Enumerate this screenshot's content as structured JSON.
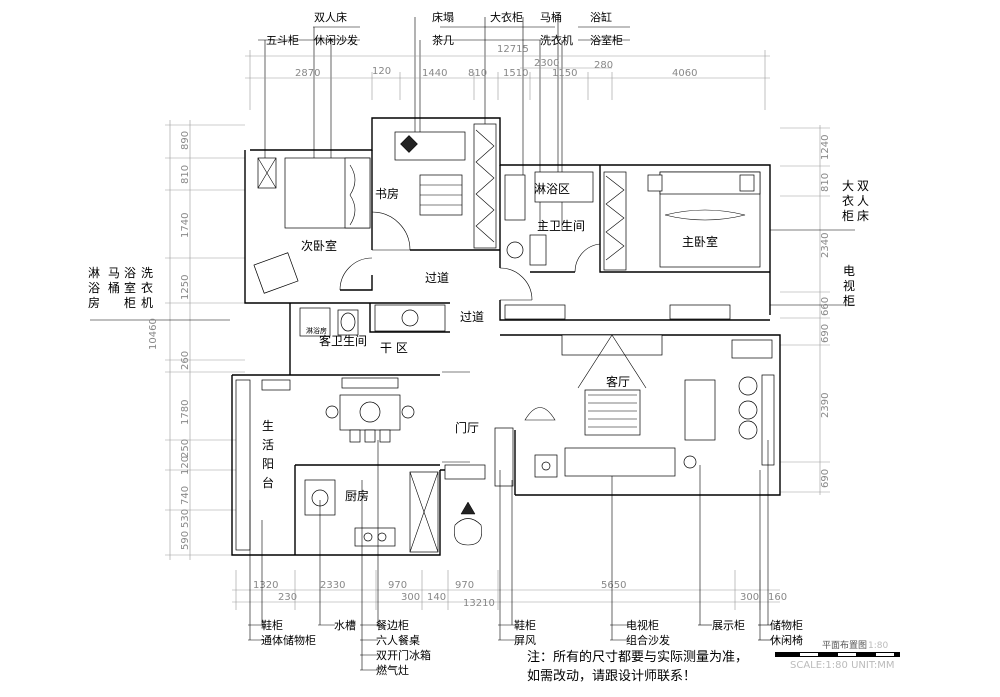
{
  "top_labels": [
    {
      "id": "wudougui",
      "text": "五斗柜"
    },
    {
      "id": "shuangrenchuang",
      "text": "双人床"
    },
    {
      "id": "xiuxianshafa",
      "text": "休闲沙发"
    },
    {
      "id": "chuangta",
      "text": "床塌"
    },
    {
      "id": "chaji",
      "text": "茶几"
    },
    {
      "id": "dayigui",
      "text": "大衣柜"
    },
    {
      "id": "matong",
      "text": "马桶"
    },
    {
      "id": "xiyiji",
      "text": "洗衣机"
    },
    {
      "id": "yugang",
      "text": "浴缸"
    },
    {
      "id": "yushigui",
      "text": "浴室柜"
    }
  ],
  "bottom_labels": [
    {
      "id": "xiegui1",
      "text": "鞋柜"
    },
    {
      "id": "tongti",
      "text": "通体储物柜"
    },
    {
      "id": "shuicao",
      "text": "水槽"
    },
    {
      "id": "canbiangui",
      "text": "餐边柜"
    },
    {
      "id": "liurencanzhuo",
      "text": "六人餐桌"
    },
    {
      "id": "bingxiang",
      "text": "双开门冰箱"
    },
    {
      "id": "ranqizao",
      "text": "燃气灶"
    },
    {
      "id": "xiegui2",
      "text": "鞋柜"
    },
    {
      "id": "pingfeng",
      "text": "屏风"
    },
    {
      "id": "dianshigui",
      "text": "电视柜"
    },
    {
      "id": "zuheshafa",
      "text": "组合沙发"
    },
    {
      "id": "zhanshigui",
      "text": "展示柜"
    },
    {
      "id": "chuwugui",
      "text": "储物柜"
    },
    {
      "id": "xiuxianyi",
      "text": "休闲椅"
    }
  ],
  "left_vertical_labels": [
    {
      "id": "linyufang",
      "text": "淋浴房"
    },
    {
      "id": "matong",
      "text": "马桶"
    },
    {
      "id": "yushigui",
      "text": "浴室柜"
    },
    {
      "id": "xiyiji",
      "text": "洗衣机"
    }
  ],
  "right_vertical_labels": [
    {
      "id": "dayigui",
      "text": "大衣柜"
    },
    {
      "id": "shuangrenchuang",
      "text": "双人床"
    },
    {
      "id": "dianshigui",
      "text": "电视柜"
    }
  ],
  "rooms": [
    {
      "id": "ciwoshi",
      "text": "次卧室"
    },
    {
      "id": "shufang",
      "text": "书房"
    },
    {
      "id": "linyuqu",
      "text": "淋浴区"
    },
    {
      "id": "zhuweishengjian",
      "text": "主卫生间"
    },
    {
      "id": "zhuwoshi",
      "text": "主卧室"
    },
    {
      "id": "guodao1",
      "text": "过道"
    },
    {
      "id": "guodao2",
      "text": "过道"
    },
    {
      "id": "keweishengjian",
      "text": "客卫生间"
    },
    {
      "id": "ganqu",
      "text": "干 区"
    },
    {
      "id": "keting",
      "text": "客厅"
    },
    {
      "id": "menting",
      "text": "门厅"
    },
    {
      "id": "chufang",
      "text": "厨房"
    },
    {
      "id": "linyufang_small",
      "text": "淋浴房"
    }
  ],
  "balcony_chars": [
    "生",
    "活",
    "阳",
    "台"
  ],
  "dims_top_total": "12715",
  "dims_top_mid": "2300",
  "dims_top": [
    "2870",
    "120",
    "1440",
    "810",
    "1510",
    "1150",
    "280",
    "4060"
  ],
  "dims_bottom_total": "13210",
  "dims_bottom": [
    "1320",
    "2330",
    "970",
    "970",
    "5650",
    "230",
    "300",
    "140",
    "300",
    "160"
  ],
  "dims_left_total": "10460",
  "dims_left": [
    "890",
    "810",
    "1740",
    "1250",
    "260",
    "1780",
    "250",
    "120",
    "740",
    "530",
    "590"
  ],
  "dims_right": [
    "1240",
    "810",
    "2340",
    "660",
    "690",
    "2390",
    "690"
  ],
  "note_line1": "注：所有的尺寸都要与实际测量为准，",
  "note_line2": "如需改动，请跟设计师联系！",
  "scale_title": "平面布置图",
  "scale_title_ratio": "1:80",
  "scale_text": "SCALE:1:80 UNIT:MM"
}
